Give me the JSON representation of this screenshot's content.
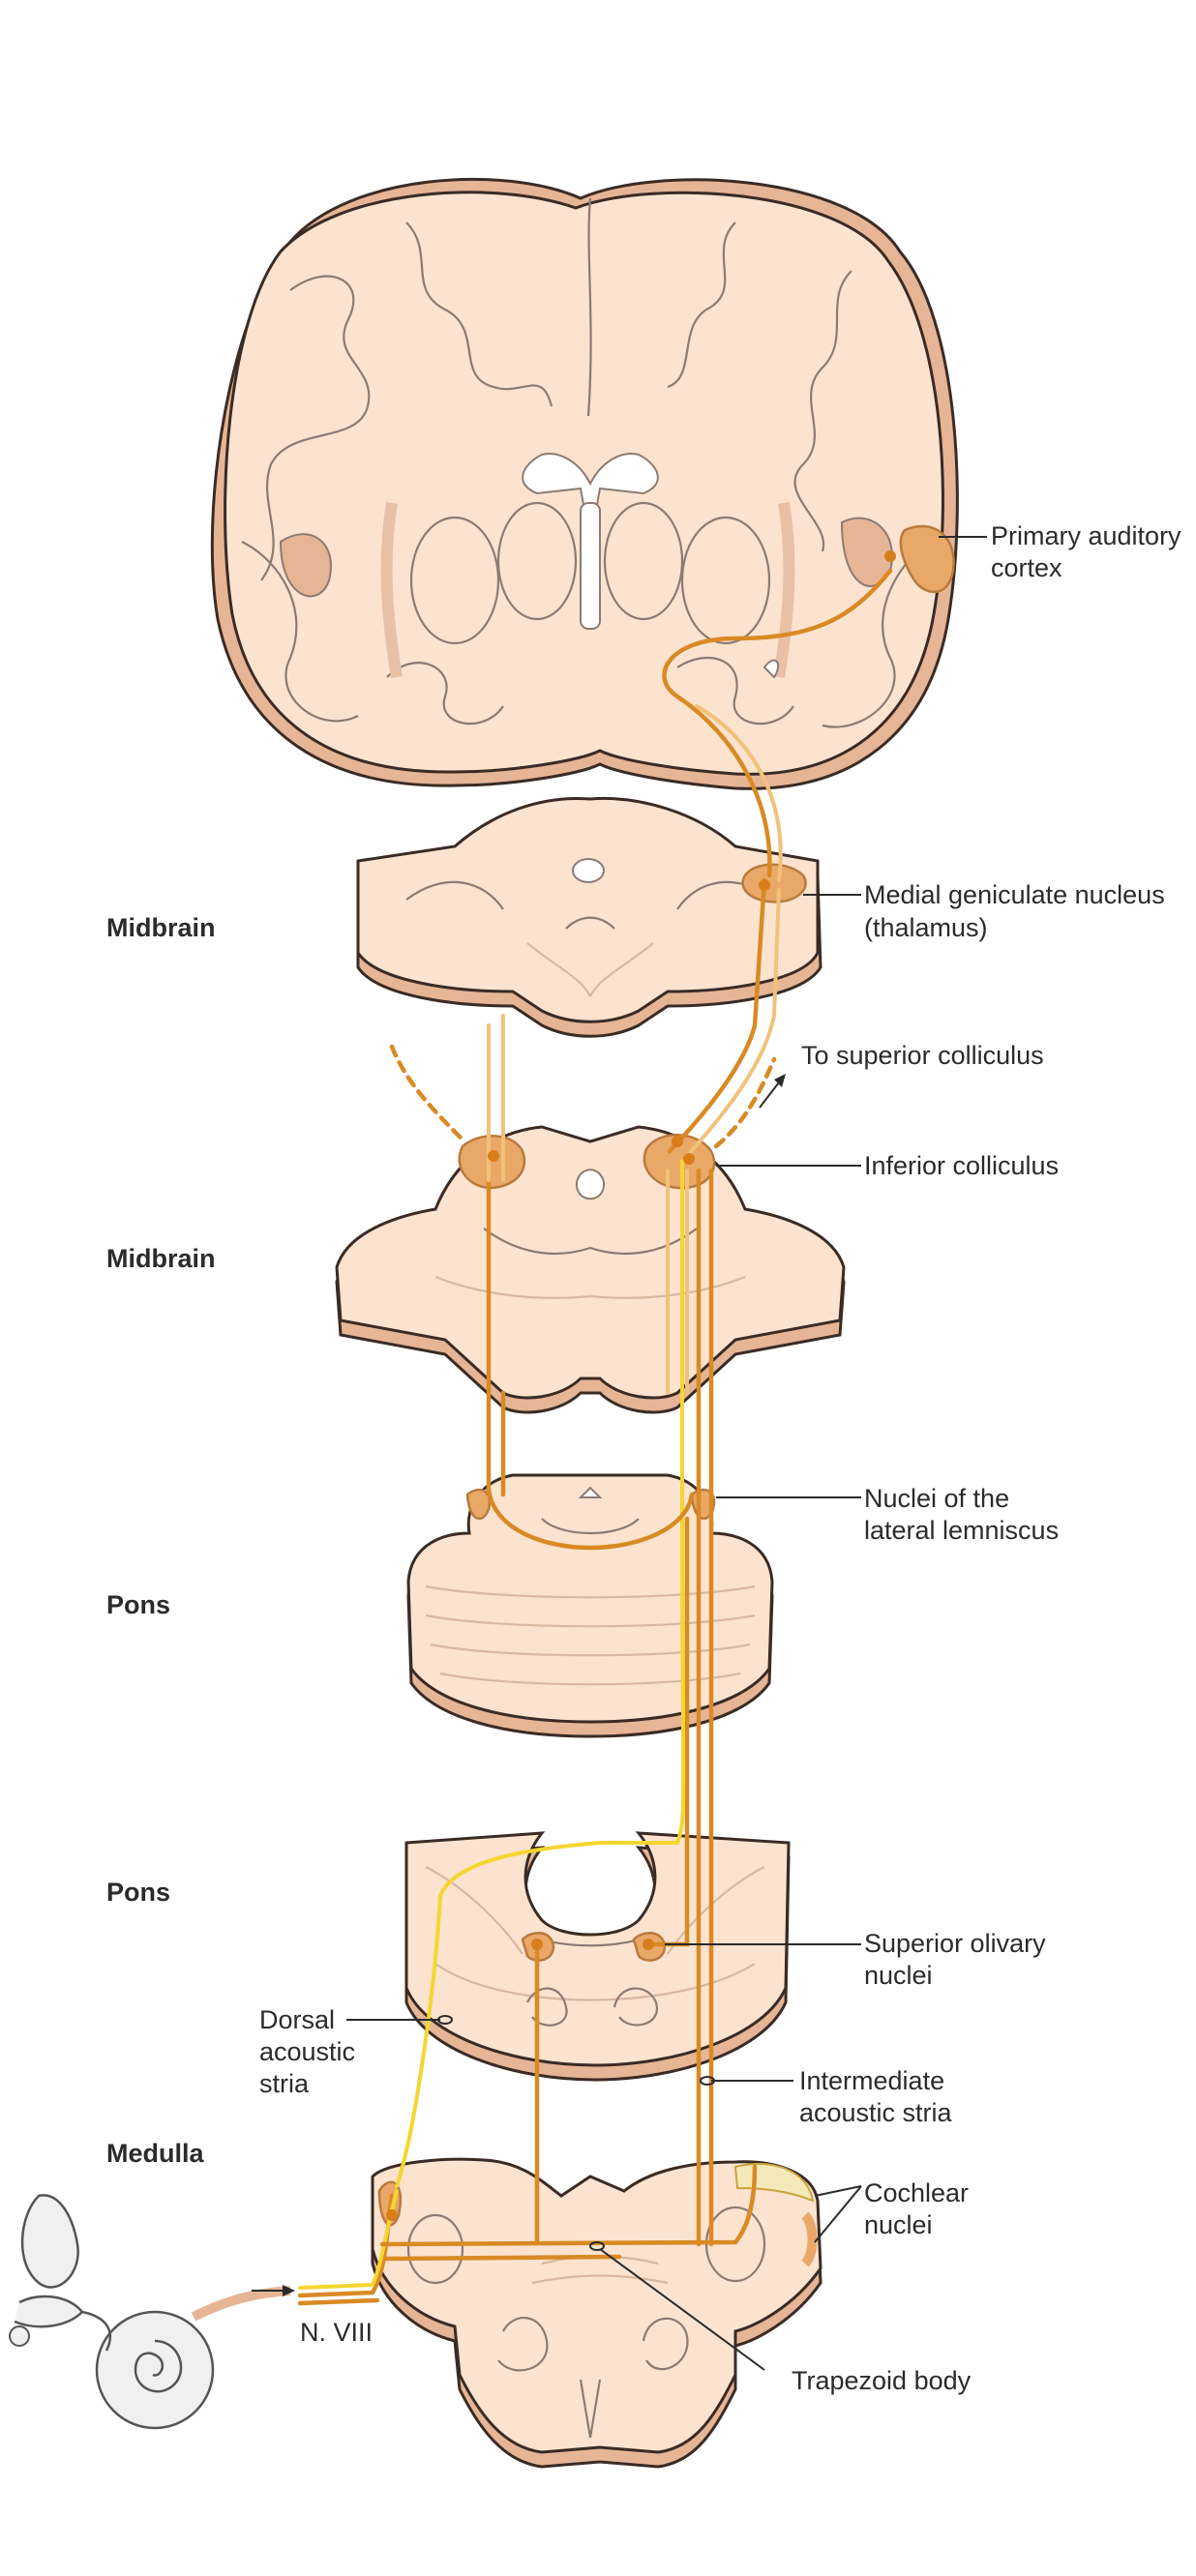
{
  "levels": {
    "midbrain_upper": "Midbrain",
    "midbrain_lower": "Midbrain",
    "pons_upper": "Pons",
    "pons_lower": "Pons",
    "medulla": "Medulla"
  },
  "labels": {
    "primary_auditory_cortex": [
      "Primary auditory",
      "cortex"
    ],
    "medial_geniculate": [
      "Medial geniculate nucleus",
      "(thalamus)"
    ],
    "superior_colliculus": "To superior colliculus",
    "inferior_colliculus": "Inferior colliculus",
    "lateral_lemniscus": [
      "Nuclei of the",
      "lateral lemniscus"
    ],
    "superior_olivary": [
      "Superior olivary",
      "nuclei"
    ],
    "dorsal_stria": [
      "Dorsal",
      "acoustic",
      "stria"
    ],
    "intermediate_stria": [
      "Intermediate",
      "acoustic stria"
    ],
    "cochlear_nuclei": [
      "Cochlear",
      "nuclei"
    ],
    "nerve": "N. VIII",
    "trapezoid_body": "Trapezoid body"
  },
  "colors": {
    "tissue": "#fbe3cf",
    "tissue_side": "#e6b596",
    "nucleus": "#e9a868",
    "pathway_orange": "#d98a24",
    "pathway_light": "#f2c17a",
    "pathway_yellow": "#f5d630"
  }
}
